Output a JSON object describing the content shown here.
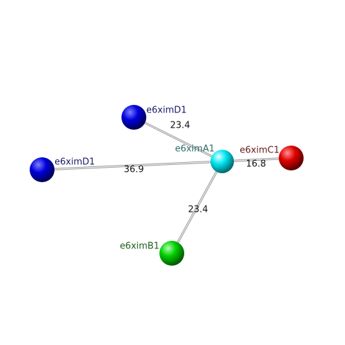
{
  "colors": {
    "blue": "#0000cc",
    "cyan": "#00e5f0",
    "red": "#dd0000",
    "green": "#00cc00",
    "label_blue": "#1a1a66",
    "label_teal": "#2a6b6b",
    "label_red": "#661a1a",
    "label_green": "#1f5a1f",
    "edge": "#bbbbbb"
  },
  "nodes": [
    {
      "id": "d1a",
      "label": "e6ximD1",
      "color": "blue",
      "label_color": "label_blue"
    },
    {
      "id": "d1b",
      "label": "e6ximD1",
      "color": "blue",
      "label_color": "label_blue"
    },
    {
      "id": "a1",
      "label": "e6ximA1",
      "color": "cyan",
      "label_color": "label_teal"
    },
    {
      "id": "c1",
      "label": "e6ximC1",
      "color": "red",
      "label_color": "label_red"
    },
    {
      "id": "b1",
      "label": "e6ximB1",
      "color": "green",
      "label_color": "label_green"
    }
  ],
  "edges": [
    {
      "from": "d1a",
      "to": "a1",
      "label": "23.4"
    },
    {
      "from": "d1b",
      "to": "a1",
      "label": "36.9"
    },
    {
      "from": "a1",
      "to": "c1",
      "label": "16.8"
    },
    {
      "from": "a1",
      "to": "b1",
      "label": "23.4"
    }
  ]
}
